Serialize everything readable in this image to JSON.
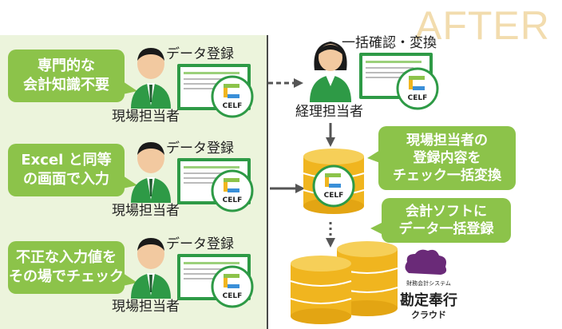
{
  "header": {
    "after_label": "AFTER"
  },
  "field_staff": [
    {
      "bubble": "専門的な\n会計知識不要",
      "action": "データ登録",
      "role": "現場担当者"
    },
    {
      "bubble": "Excel と同等\nの画面で入力",
      "action": "データ登録",
      "role": "現場担当者"
    },
    {
      "bubble": "不正な入力値を\nその場でチェック",
      "action": "データ登録",
      "role": "現場担当者"
    }
  ],
  "accounting": {
    "action": "一括確認・変換",
    "role": "経理担当者"
  },
  "callouts": {
    "check": "現場担当者の\n登録内容を\nチェック一括変換",
    "register": "会計ソフトに\nデータ一括登録"
  },
  "brand": {
    "badge_text": "CELF"
  },
  "product": {
    "subtitle": "財務会計システム",
    "name": "勘定奉行",
    "suffix": "クラウド"
  },
  "colors": {
    "bubble_green": "#8cc34a",
    "panel_bg": "#ecf4dc",
    "db_gold": "#f0b51f",
    "after_text": "#f2dcae"
  }
}
